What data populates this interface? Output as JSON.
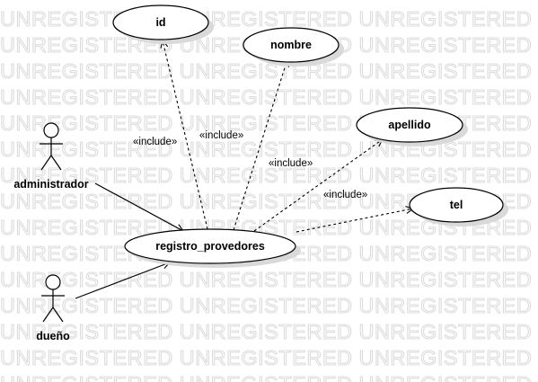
{
  "watermark": "UNREGISTERED UNREGISTERED UNREGISTERED",
  "use_cases": {
    "main": "registro_provedores",
    "id": "id",
    "nombre": "nombre",
    "apellido": "apellido",
    "tel": "tel"
  },
  "actors": {
    "administrador": "administrador",
    "dueno": "dueño"
  },
  "include_label": "«include»",
  "colors": {
    "stroke": "#000000",
    "watermark": "#dcdcdc",
    "shadow": "#d9d9d9"
  }
}
